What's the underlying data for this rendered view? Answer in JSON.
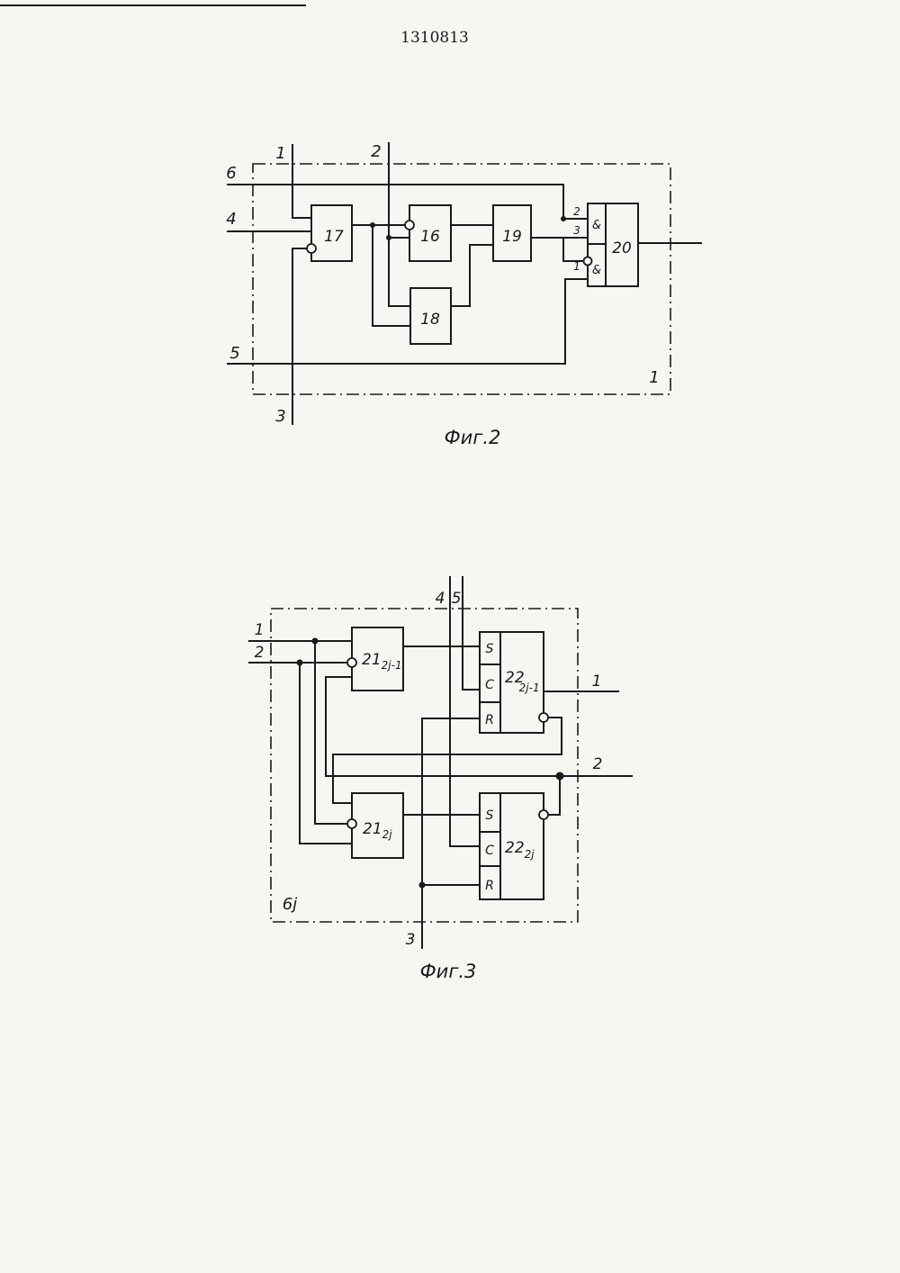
{
  "header": {
    "patent_number": "1310813"
  },
  "fig2": {
    "caption": "Фиг.2",
    "frame_label": "1",
    "inputs": {
      "in1": "1",
      "in2": "2",
      "in3": "3",
      "in4": "4",
      "in5": "5",
      "in6": "6"
    },
    "blocks": {
      "b16": "16",
      "b17": "17",
      "b18": "18",
      "b19": "19",
      "b20": "20"
    },
    "gate_symbol": "&",
    "pins": {
      "p2": "2",
      "p3": "3",
      "p1": "1"
    }
  },
  "fig3": {
    "caption": "Фиг.3",
    "frame_label": "6j",
    "inputs": {
      "in1": "1",
      "in2": "2",
      "in3": "3",
      "in4": "4",
      "in5": "5"
    },
    "outputs": {
      "out1": "1",
      "out2": "2"
    },
    "gate_a": {
      "main": "21",
      "sub": "2j-1"
    },
    "gate_b": {
      "main": "21",
      "sub": "2j"
    },
    "trigger_a": {
      "main": "22",
      "sub": "2j-1"
    },
    "trigger_b": {
      "main": "22",
      "sub": "2j"
    },
    "pins": {
      "s": "S",
      "c": "C",
      "r": "R"
    }
  }
}
